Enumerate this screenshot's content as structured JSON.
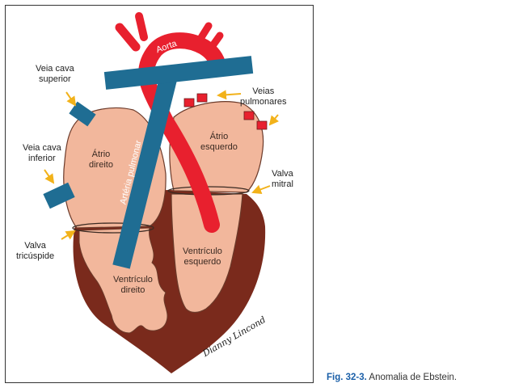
{
  "figure": {
    "labels": {
      "aorta": "Aorta",
      "pulmonary_artery": "Artéria pulmonar",
      "svc_line1": "Veia cava",
      "svc_line2": "superior",
      "ivc_line1": "Veia cava",
      "ivc_line2": "inferior",
      "pv_line1": "Veias",
      "pv_line2": "pulmonares",
      "mitral_line1": "Valva",
      "mitral_line2": "mitral",
      "tricuspid_line1": "Valva",
      "tricuspid_line2": "tricúspide",
      "ra_line1": "Átrio",
      "ra_line2": "direito",
      "la_line1": "Átrio",
      "la_line2": "esquerdo",
      "lv_line1": "Ventrículo",
      "lv_line2": "esquerdo",
      "rv_line1": "Ventrículo",
      "rv_line2": "direito",
      "signature": "Dianny Lincond"
    },
    "colors": {
      "aorta": "#e8202e",
      "pulmonary": "#1f6d93",
      "chamber": "#f2b79c",
      "myocardium": "#7a2a1c",
      "arrow": "#f2b21a"
    }
  },
  "caption": {
    "fig_number": "Fig. 32-3.",
    "text": " Anomalia de Ebstein."
  }
}
